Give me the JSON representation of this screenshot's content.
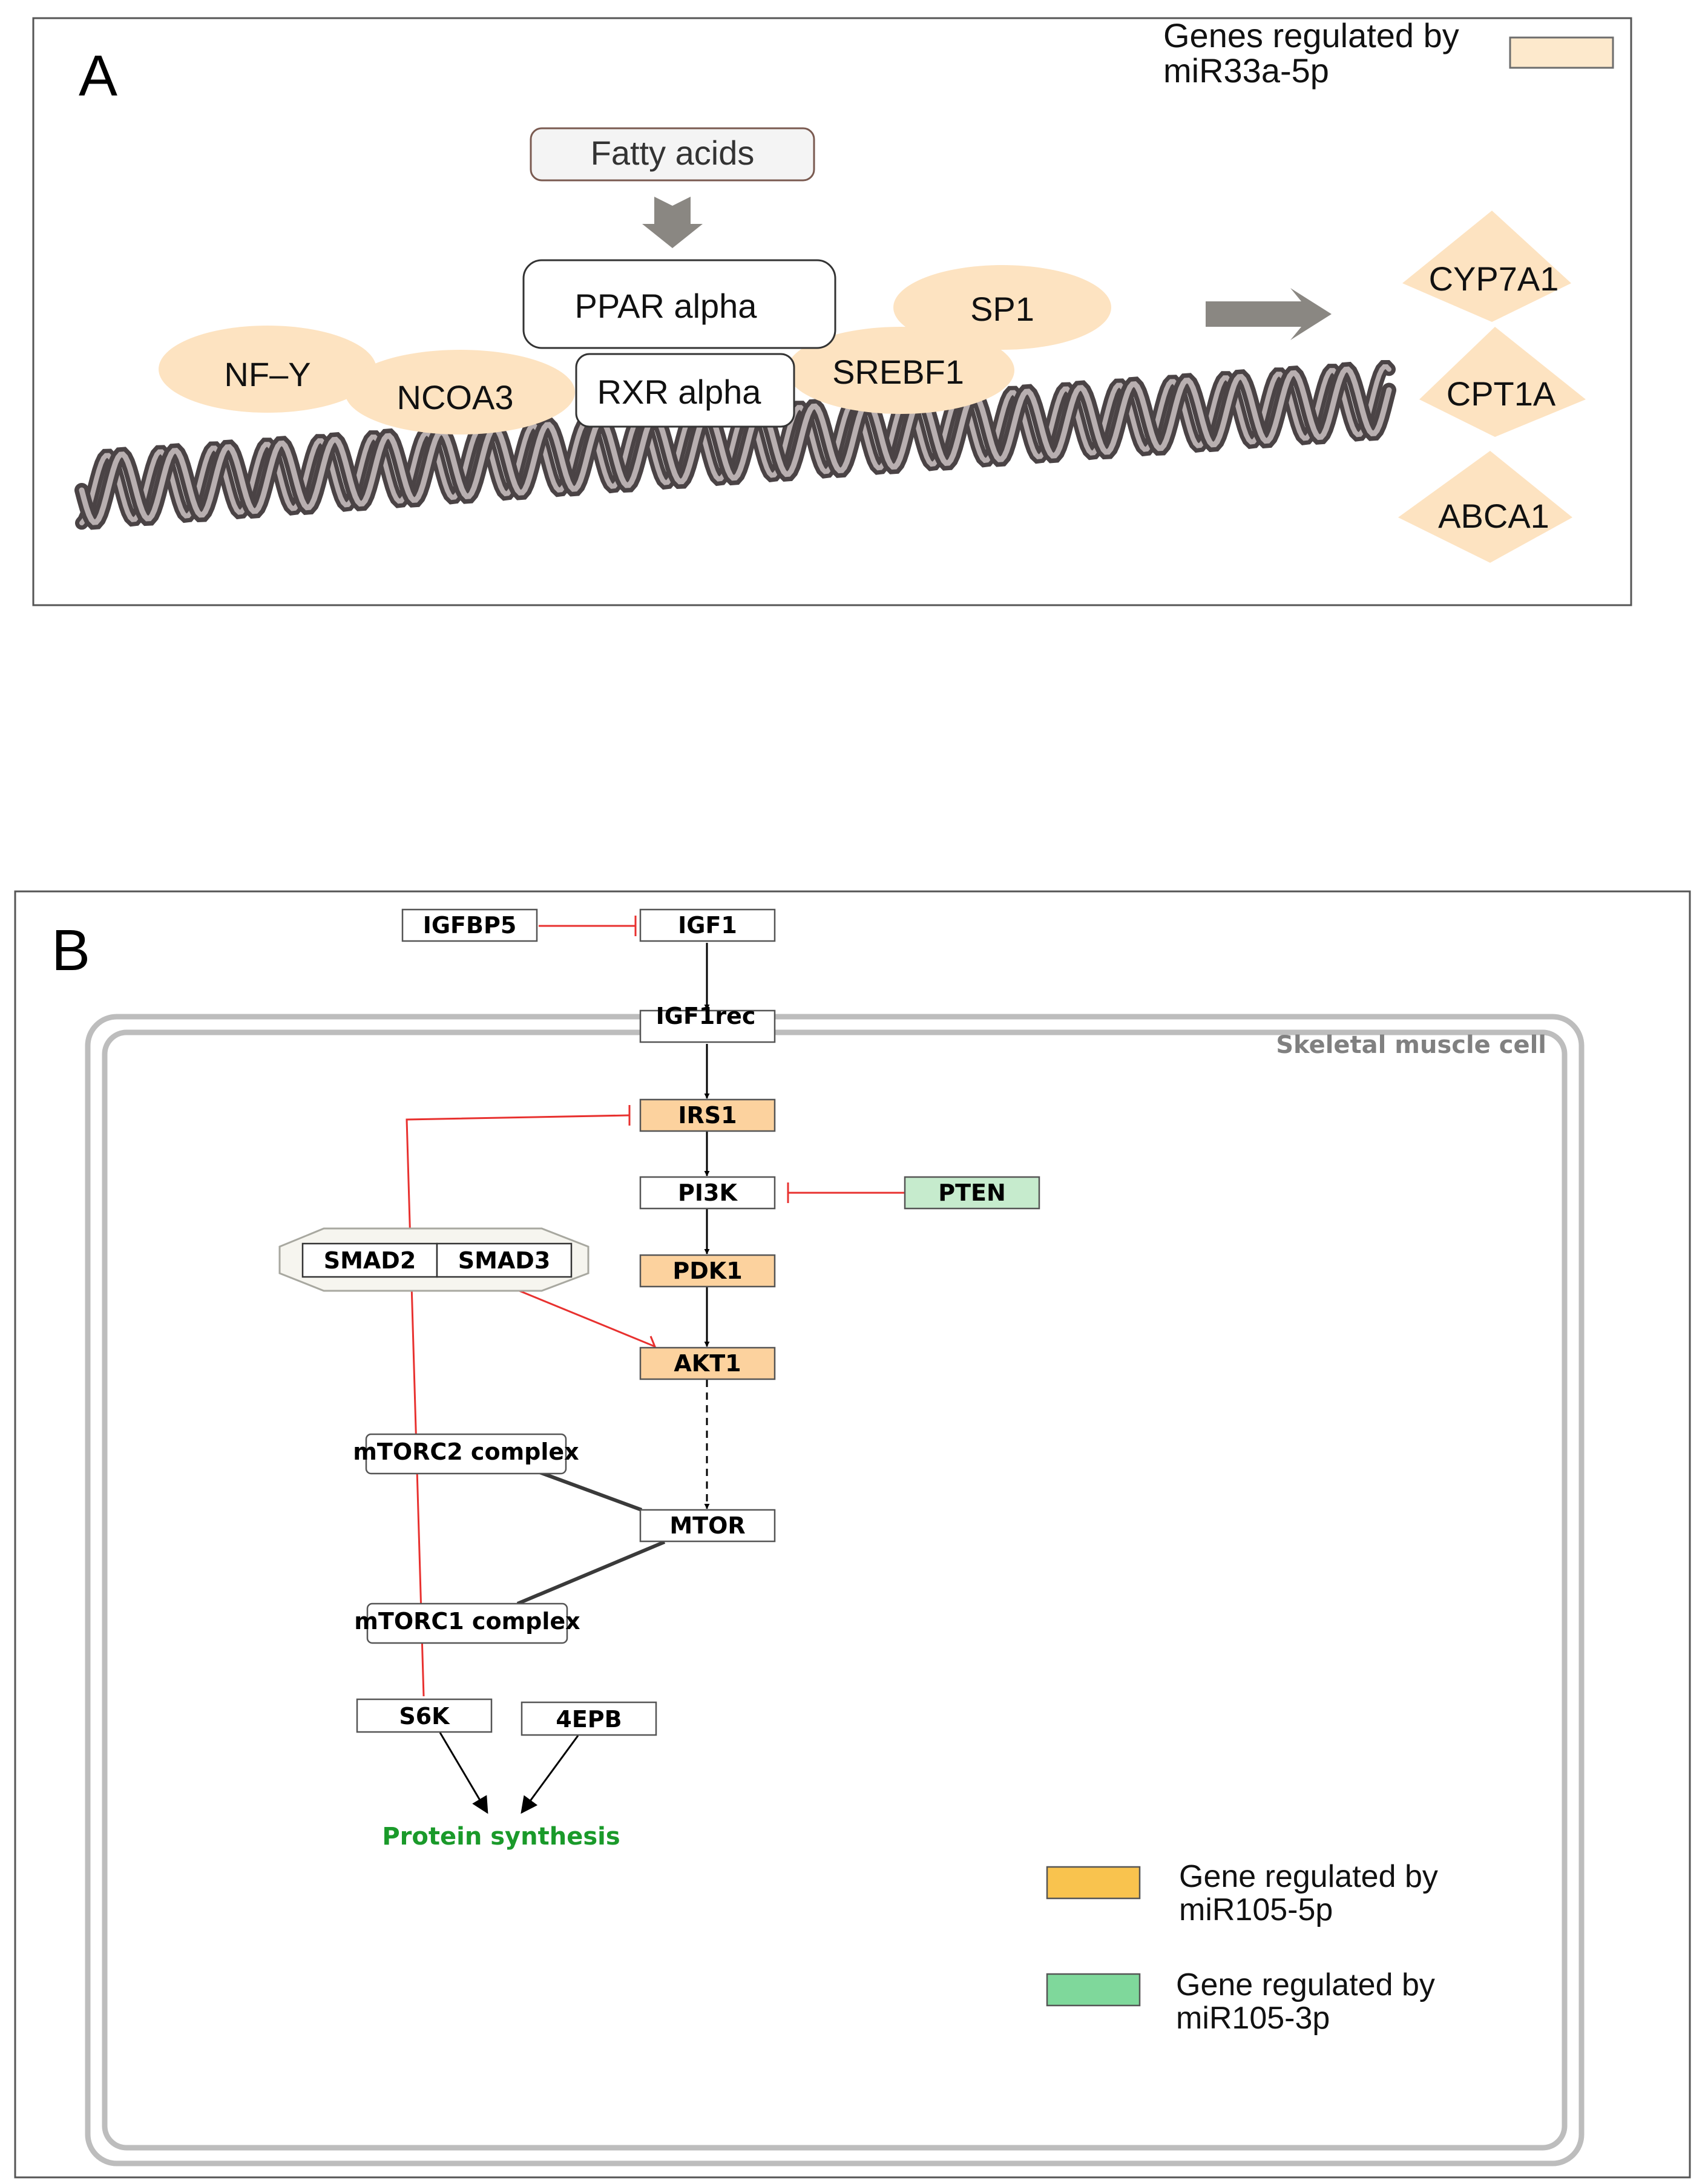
{
  "panel_a": {
    "letter": "A",
    "legend": {
      "line1": "Genes regulated by",
      "line2": "miR33a-5p",
      "color": "#fde9cc"
    },
    "fatty_acids": "Fatty acids",
    "ppar": "PPAR alpha",
    "rxr": "RXR alpha",
    "factors": {
      "nfy": "NF–Y",
      "ncoa3": "NCOA3",
      "srebf1": "SREBF1",
      "sp1": "SP1"
    },
    "targets": [
      "CYP7A1",
      "CPT1A",
      "ABCA1"
    ],
    "colors": {
      "ellipse": "#fde3c1",
      "arrow": "#8a8782",
      "dna_dark": "#4a4345",
      "dna_light": "#b8afb0"
    }
  },
  "panel_b": {
    "letter": "B",
    "cell_label": "Skeletal muscle cell",
    "nodes": {
      "igfbp5": "IGFBP5",
      "igf1": "IGF1",
      "igf1rec": "IGF1rec",
      "irs1": "IRS1",
      "pi3k": "PI3K",
      "pten": "PTEN",
      "smad2": "SMAD2",
      "smad3": "SMAD3",
      "pdk1": "PDK1",
      "akt1": "AKT1",
      "mtorc2": "mTORC2 complex",
      "mtor": "MTOR",
      "mtorc1": "mTORC1 complex",
      "s6k": "S6K",
      "fourepb": "4EPB",
      "protein": "Protein synthesis"
    },
    "legend": [
      {
        "line1": "Gene regulated by",
        "line2": "miR105-5p",
        "color": "#f9c34e"
      },
      {
        "line1": "Gene regulated by",
        "line2": "miR105-3p",
        "color": "#7fd89b"
      }
    ],
    "colors": {
      "orange_node": "#fcd29e",
      "green_node": "#c6ebcd",
      "inhibit": "#e8312f",
      "protein": "#1a9a2a"
    }
  }
}
